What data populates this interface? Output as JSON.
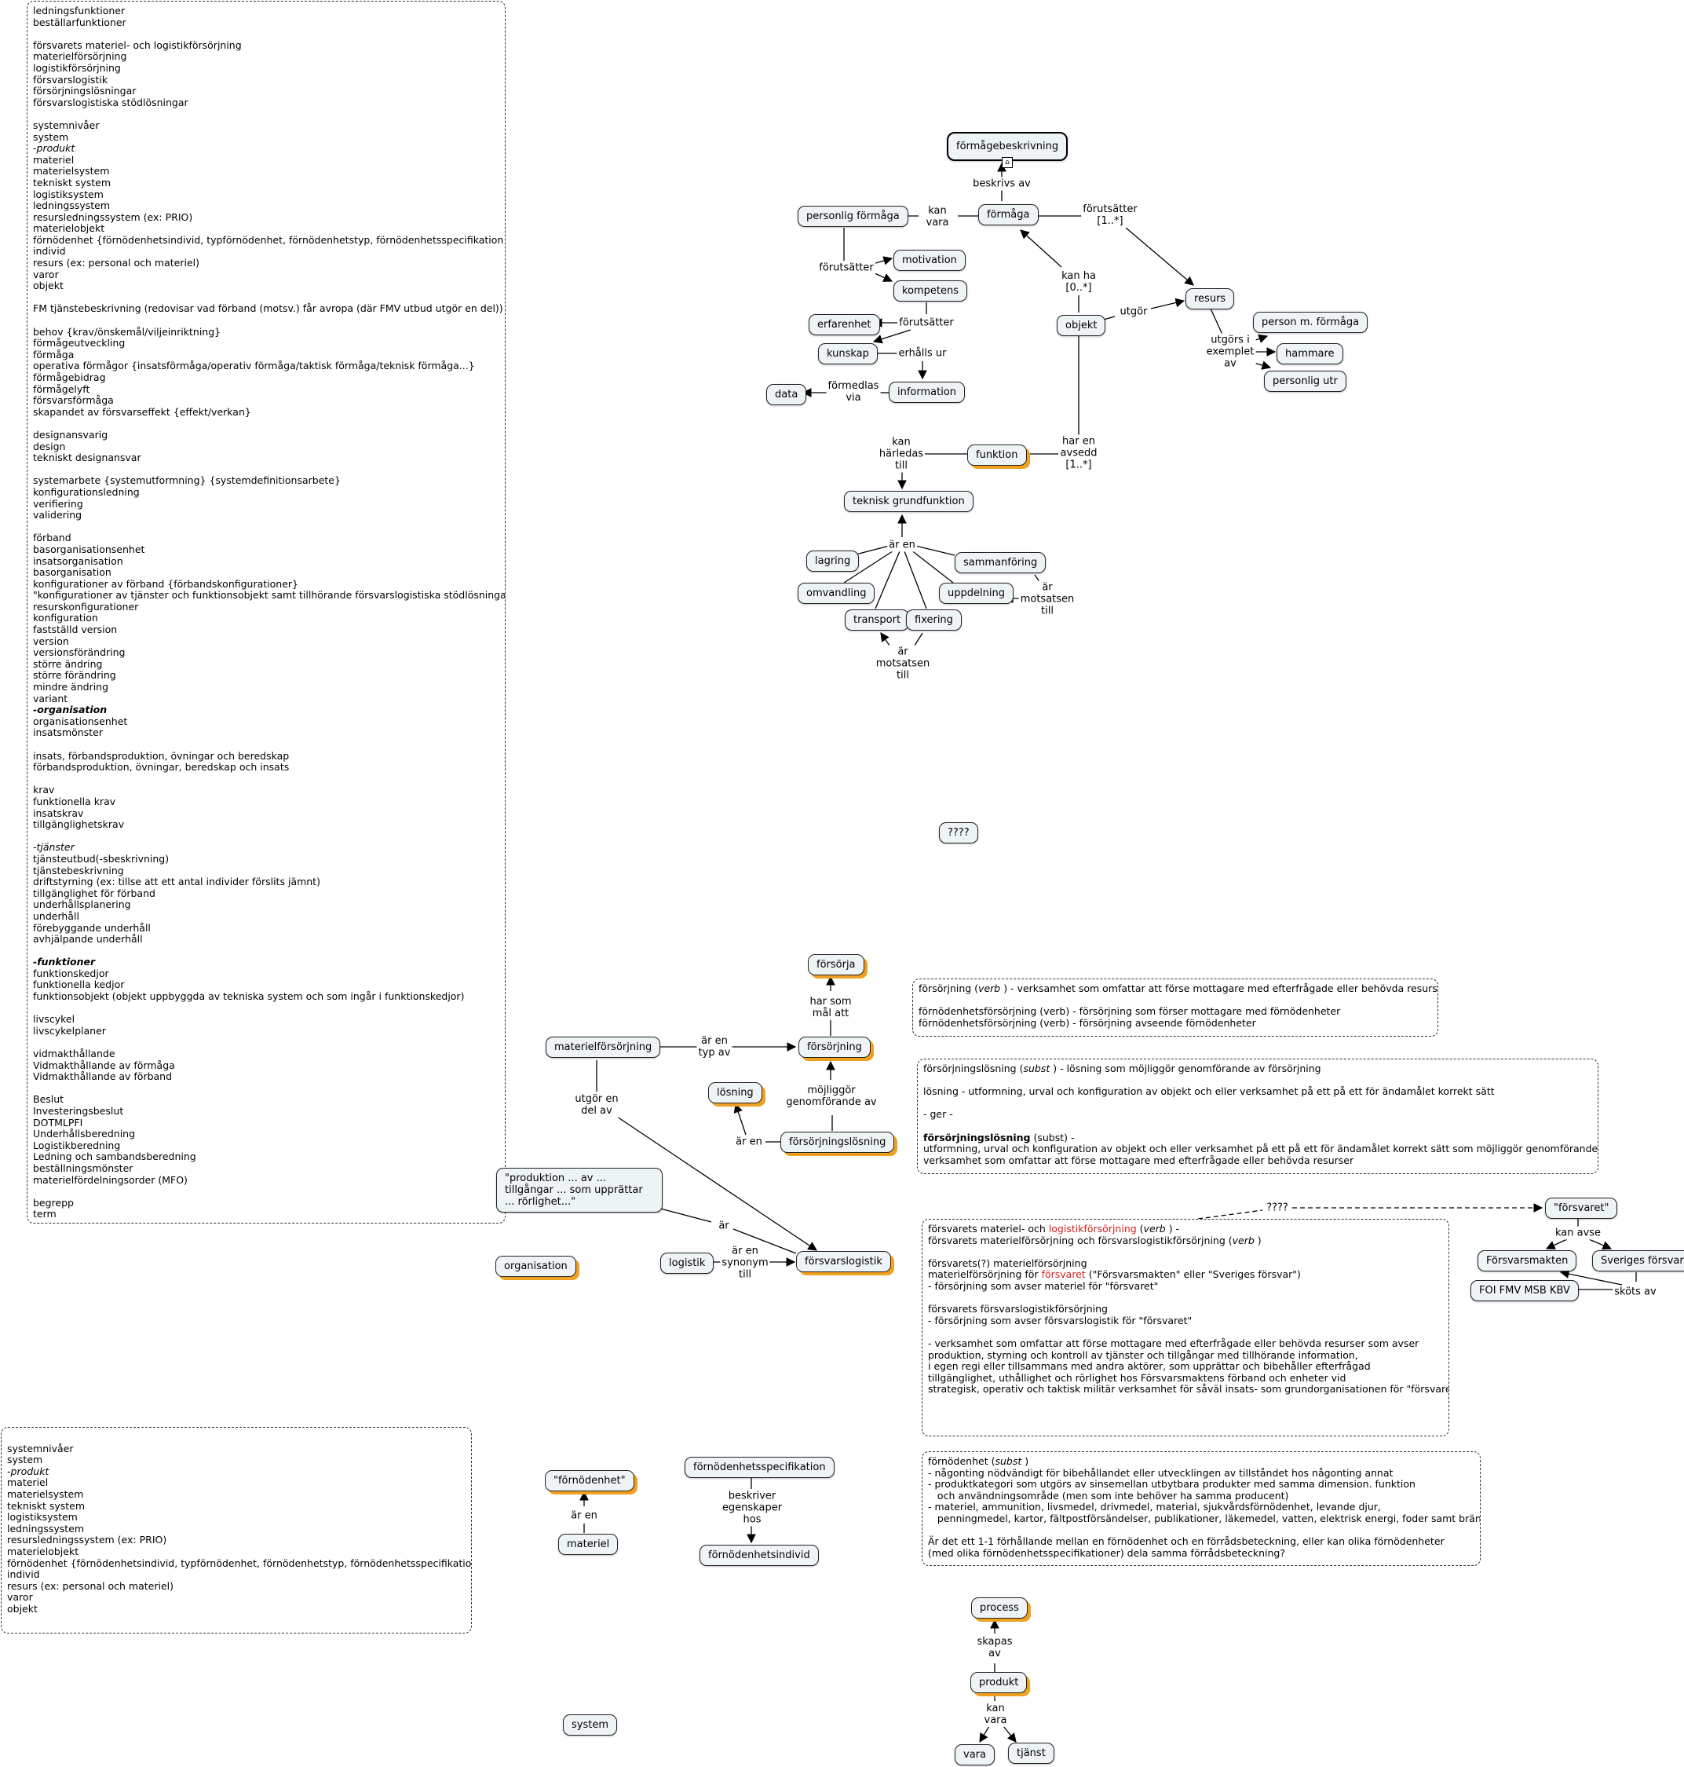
{
  "nodes": {
    "formagebeskrivning": "förmågebeskrivning",
    "formaga": "förmåga",
    "personlig_formaga": "personlig förmåga",
    "motivation": "motivation",
    "kompetens": "kompetens",
    "erfarenhet": "erfarenhet",
    "kunskap": "kunskap",
    "information": "information",
    "data": "data",
    "resurs": "resurs",
    "person_m_formaga": "person m. förmåga",
    "hammare": "hammare",
    "personlig_utr": "personlig utr",
    "objekt": "objekt",
    "funktion": "funktion",
    "teknisk_grundfunktion": "teknisk grundfunktion",
    "lagring": "lagring",
    "sammanforing": "sammanföring",
    "omvandling": "omvandling",
    "uppdelning": "uppdelning",
    "transport": "transport",
    "fixering": "fixering",
    "fragor": "????",
    "forsorja": "försörja",
    "materielforsorjning": "materielförsörjning",
    "forsorjning": "försörjning",
    "losning": "lösning",
    "forsorjningslosning": "försörjningslösning",
    "produktion_quote": "\"produktion ... av ... tillgångar ... som upprättar ... rörlighet...\"",
    "forsvarslogistik": "försvarslogistik",
    "logistik": "logistik",
    "organisation": "organisation",
    "forsvaret_quote": "\"försvaret\"",
    "forsvarsmakten": "Försvarsmakten",
    "sveriges_forsvar": "Sveriges försvar",
    "foi_fmv": "FOI FMV MSB KBV",
    "fornodenhet_quote": "\"förnödenhet\"",
    "materiel": "materiel",
    "fornodenhetsspecifikation": "förnödenhetsspecifikation",
    "fornodenhetsindivid": "förnödenhetsindivid",
    "process": "process",
    "produkt": "produkt",
    "vara": "vara",
    "tjanst": "tjänst",
    "system": "system"
  },
  "labels": {
    "beskrivs_av": "beskrivs av",
    "kan_vara_1": "kan\nvara",
    "forutsatter_1n": "förutsätter\n[1..*]",
    "forutsatter_a": "förutsätter",
    "kan_ha": "kan ha\n[0..*]",
    "forutsatter_b": "förutsätter",
    "erhalls_ur": "erhålls ur",
    "formedlas_via": "förmedlas\nvia",
    "utgor": "utgör",
    "utgors_i": "utgörs i\nexemplet\nav",
    "har_en_avsedd": "har en\navsedd\n[1..*]",
    "kan_harledas": "kan\nhärledas\ntill",
    "ar_en_a": "är en",
    "ar_motsatsen_1": "är\nmotsatsen\ntill",
    "ar_motsatsen_2": "är\nmotsatsen\ntill",
    "har_som_mal": "har som\nmål att",
    "ar_en_typ_av": "är en\ntyp av",
    "mojliggor": "möjliggör\ngenomförande av",
    "ar_en_b": "är en",
    "utgor_en_del": "utgör en\ndel av",
    "ar": "är",
    "ar_en_synonym": "är en\nsynonym\ntill",
    "fragor_edge": "????",
    "kan_avse": "kan avse",
    "skots_av": "sköts av",
    "ar_en_c": "är en",
    "beskriver": "beskriver\negenskaper\nhos",
    "skapas_av": "skapas\nav",
    "kan_vara_2": "kan\nvara"
  },
  "notes": {
    "left_list": [
      "ledningsfunktioner",
      "beställarfunktioner",
      "",
      "försvarets materiel- och logistikförsörjning",
      "materielförsörjning",
      "logistikförsörjning",
      "försvarslogistik",
      "försörjningslösningar",
      "försvarslogistiska stödlösningar",
      "",
      "systemnivåer",
      "system",
      "-produkt",
      "materiel",
      "materielsystem",
      "tekniskt system",
      "logistiksystem",
      "ledningssystem",
      "resursledningssystem (ex: PRIO)",
      "materielobjekt",
      "förnödenhet {förnödenhetsindivid, typförnödenhet, förnödenhetstyp, förnödenhetsspecifikation}",
      "individ",
      "resurs (ex: personal och materiel)",
      "varor",
      "objekt",
      "",
      "FM tjänstebeskrivning (redovisar vad förband (motsv.) får avropa (där FMV utbud utgör en del))",
      "",
      "behov {krav/önskemål/viljeinriktning}",
      "förmågeutveckling",
      "förmåga",
      "operativa förmågor {insatsförmåga/operativ förmåga/taktisk förmåga/teknisk förmåga...}",
      "förmågebidrag",
      "förmågelyft",
      "försvarsförmåga",
      "skapandet av försvarseffekt {effekt/verkan}",
      "",
      "designansvarig",
      "design",
      "tekniskt designansvar",
      "",
      "systemarbete {systemutformning} {systemdefinitionsarbete}",
      "konfigurationsledning",
      "verifiering",
      "validering",
      "",
      "förband",
      "basorganisationsenhet",
      "insatsorganisation",
      "basorganisation",
      "konfigurationer av förband {förbandskonfigurationer}",
      "\"konfigurationer av tjänster och funktionsobjekt samt tillhörande försvarslogistiska stödlösningar\"",
      "resurskonfigurationer",
      "konfiguration",
      "fastställd version",
      "version",
      "versionsförändring",
      "större ändring",
      "större förändring",
      "mindre ändring",
      "variant",
      "-organisation",
      "organisationsenhet",
      "insatsmönster",
      "",
      "insats, förbandsproduktion, övningar och beredskap",
      "förbandsproduktion, övningar, beredskap och insats",
      "",
      "krav",
      "funktionella krav",
      "insatskrav",
      "tillgänglighetskrav",
      "",
      "-tjänster",
      "tjänsteutbud(-sbeskrivning)",
      "tjänstebeskrivning",
      "driftstyrning (ex: tillse att ett antal individer förslits jämnt)",
      "tillgänglighet för förband",
      "underhållsplanering",
      "underhåll",
      "förebyggande underhåll",
      "avhjälpande underhåll",
      "",
      "-funktioner",
      "funktionskedjor",
      "funktionella kedjor",
      "funktionsobjekt (objekt uppbyggda av tekniska system och som ingår i funktionskedjor)",
      "",
      "livscykel",
      "livscykelplaner",
      "",
      "vidmakthållande",
      "Vidmakthållande av förmåga",
      "Vidmakthållande av förband",
      "",
      "Beslut",
      "Investeringsbeslut",
      "DOTMLPFI",
      "Underhållsberedning",
      "Logistikberedning",
      "Ledning och sambandsberedning",
      "beställningsmönster",
      "materielfördelningsorder (MFO)",
      "",
      "begrepp",
      "term"
    ],
    "left_list_italic": [
      "-produkt",
      "-tjänster"
    ],
    "left_list_bold_italic": [
      "-organisation",
      "-funktioner"
    ],
    "bottom_list": [
      "",
      "systemnivåer",
      "system",
      "-produkt",
      "materiel",
      "materielsystem",
      "tekniskt system",
      "logistiksystem",
      "ledningssystem",
      "resursledningssystem (ex: PRIO)",
      "materielobjekt",
      "förnödenhet {förnödenhetsindivid, typförnödenhet, förnödenhetstyp, förnödenhetsspecifikation}",
      "individ",
      "resurs (ex: personal och materiel)",
      "varor",
      "objekt"
    ],
    "forsorjning_def": [
      "försörjning (verb ) - verksamhet som omfattar att förse mottagare med efterfrågade eller behövda resurser",
      "",
      "förnödenhetsförsörjning (verb) - försörjning som förser mottagare med förnödenheter",
      "förnödenhetsförsörjning (verb) - försörjning avseende förnödenheter"
    ],
    "losning_def": [
      "försörjningslösning (subst ) - lösning som möjliggör genomförande av försörjning",
      "",
      "lösning - utformning, urval och konfiguration av objekt och eller verksamhet på ett på ett för ändamålet korrekt sätt",
      "",
      "- ger -",
      "",
      "försörjningslösning (subst) -",
      "utformning, urval och konfiguration av objekt och eller verksamhet på ett på ett för ändamålet korrekt sätt som möjliggör genomförande av",
      "verksamhet som omfattar att förse mottagare med efterfrågade eller behövda resurser"
    ],
    "forsvaret_def": [
      "försvarets materiel- och logistikförsörjning (verb ) -",
      "försvarets materielförsörjning och försvarslogistikförsörjning (verb )",
      "",
      "försvarets(?) materielförsörjning",
      "materielförsörjning för försvaret (\"Försvarsmakten\" eller \"Sveriges försvar\")",
      "- försörjning som avser materiel för \"försvaret\"",
      "",
      "försvarets försvarslogistikförsörjning",
      "- försörjning som avser försvarslogistik för \"försvaret\"",
      "",
      "- verksamhet som omfattar att förse mottagare med efterfrågade eller behövda resurser som avser",
      "produktion, styrning och kontroll av tjänster och tillgångar med tillhörande information,",
      "i egen regi eller tillsammans med andra aktörer, som upprättar och bibehåller efterfrågad",
      "tillgänglighet, uthållighet och rörlighet hos Försvarsmaktens förband och enheter vid",
      "strategisk, operativ och taktisk militär verksamhet för såväl insats- som grundorganisationen för \"försvaret\""
    ],
    "fornodenhet_def": [
      "förnödenhet (subst )",
      "- någonting nödvändigt för bibehållandet eller utvecklingen av tillståndet hos någonting annat",
      "- produktkategori som utgörs av sinsemellan utbytbara produkter med samma dimension. funktion",
      "   och användningsområde (men som inte behöver ha samma producent)",
      "- materiel, ammunition, livsmedel, drivmedel, material, sjukvårdsförnödenhet, levande djur,",
      "   penningmedel, kartor, fältpostförsändelser, publikationer, läkemedel, vatten, elektrisk energi, foder samt bränsle",
      "",
      "Är det ett 1-1 förhållande mellan en förnödenhet och en förrådsbeteckning, eller kan olika förnödenheter",
      "(med olika förnödenhetsspecifikationer) dela samma förrådsbeteckning?"
    ]
  },
  "colors": {
    "node_fill": "#eef4f6",
    "highlight_shadow": "#f0a020",
    "accent_red": "#d42020"
  }
}
